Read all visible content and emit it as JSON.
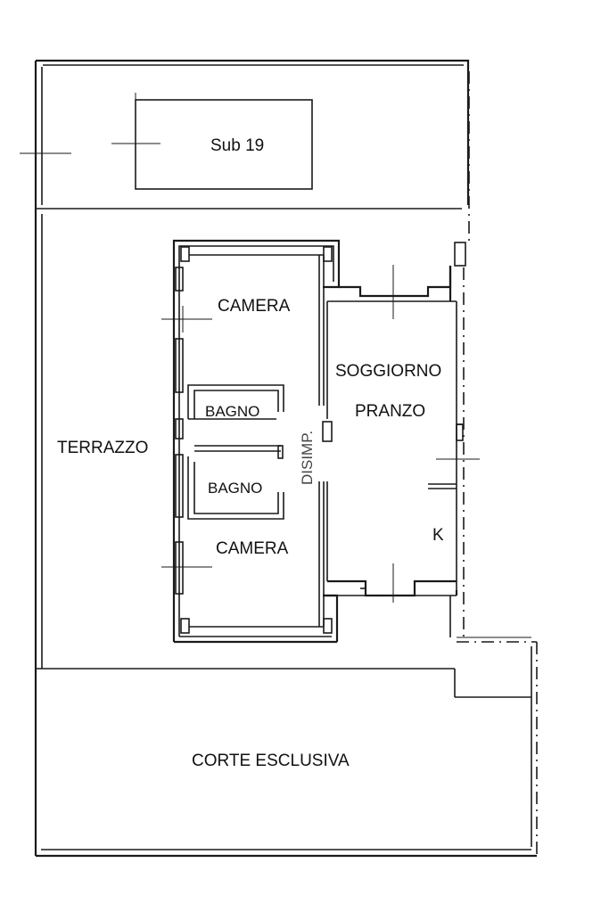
{
  "labels": {
    "sub": "Sub 19",
    "camera_top": "CAMERA",
    "soggiorno": "SOGGIORNO",
    "pranzo": "PRANZO",
    "bagno_top": "BAGNO",
    "disimp": "DISIMP.",
    "terrazzo": "TERRAZZO",
    "bagno_bottom": "BAGNO",
    "kitchen": "K",
    "camera_bottom": "CAMERA",
    "corte": "CORTE ESCLUSIVA"
  }
}
